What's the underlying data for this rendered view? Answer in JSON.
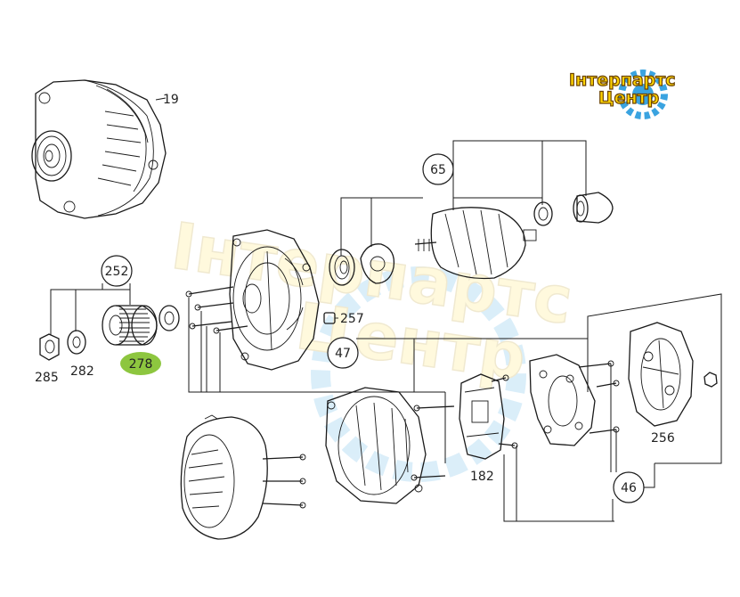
{
  "watermark": {
    "line1": "Інтерпартс",
    "line2": "Центр",
    "color_text": "#ffe14a",
    "color_outline": "#8a5a00",
    "color_gear": "#3aa3e0"
  },
  "callouts": {
    "c19": "19",
    "c65": "65",
    "c252": "252",
    "c257": "257",
    "c47": "47",
    "c285": "285",
    "c282": "282",
    "c278": "278",
    "c182": "182",
    "c256": "256",
    "c46": "46"
  },
  "colors": {
    "highlight": "#8dc63f",
    "line": "#1a1a1a"
  }
}
